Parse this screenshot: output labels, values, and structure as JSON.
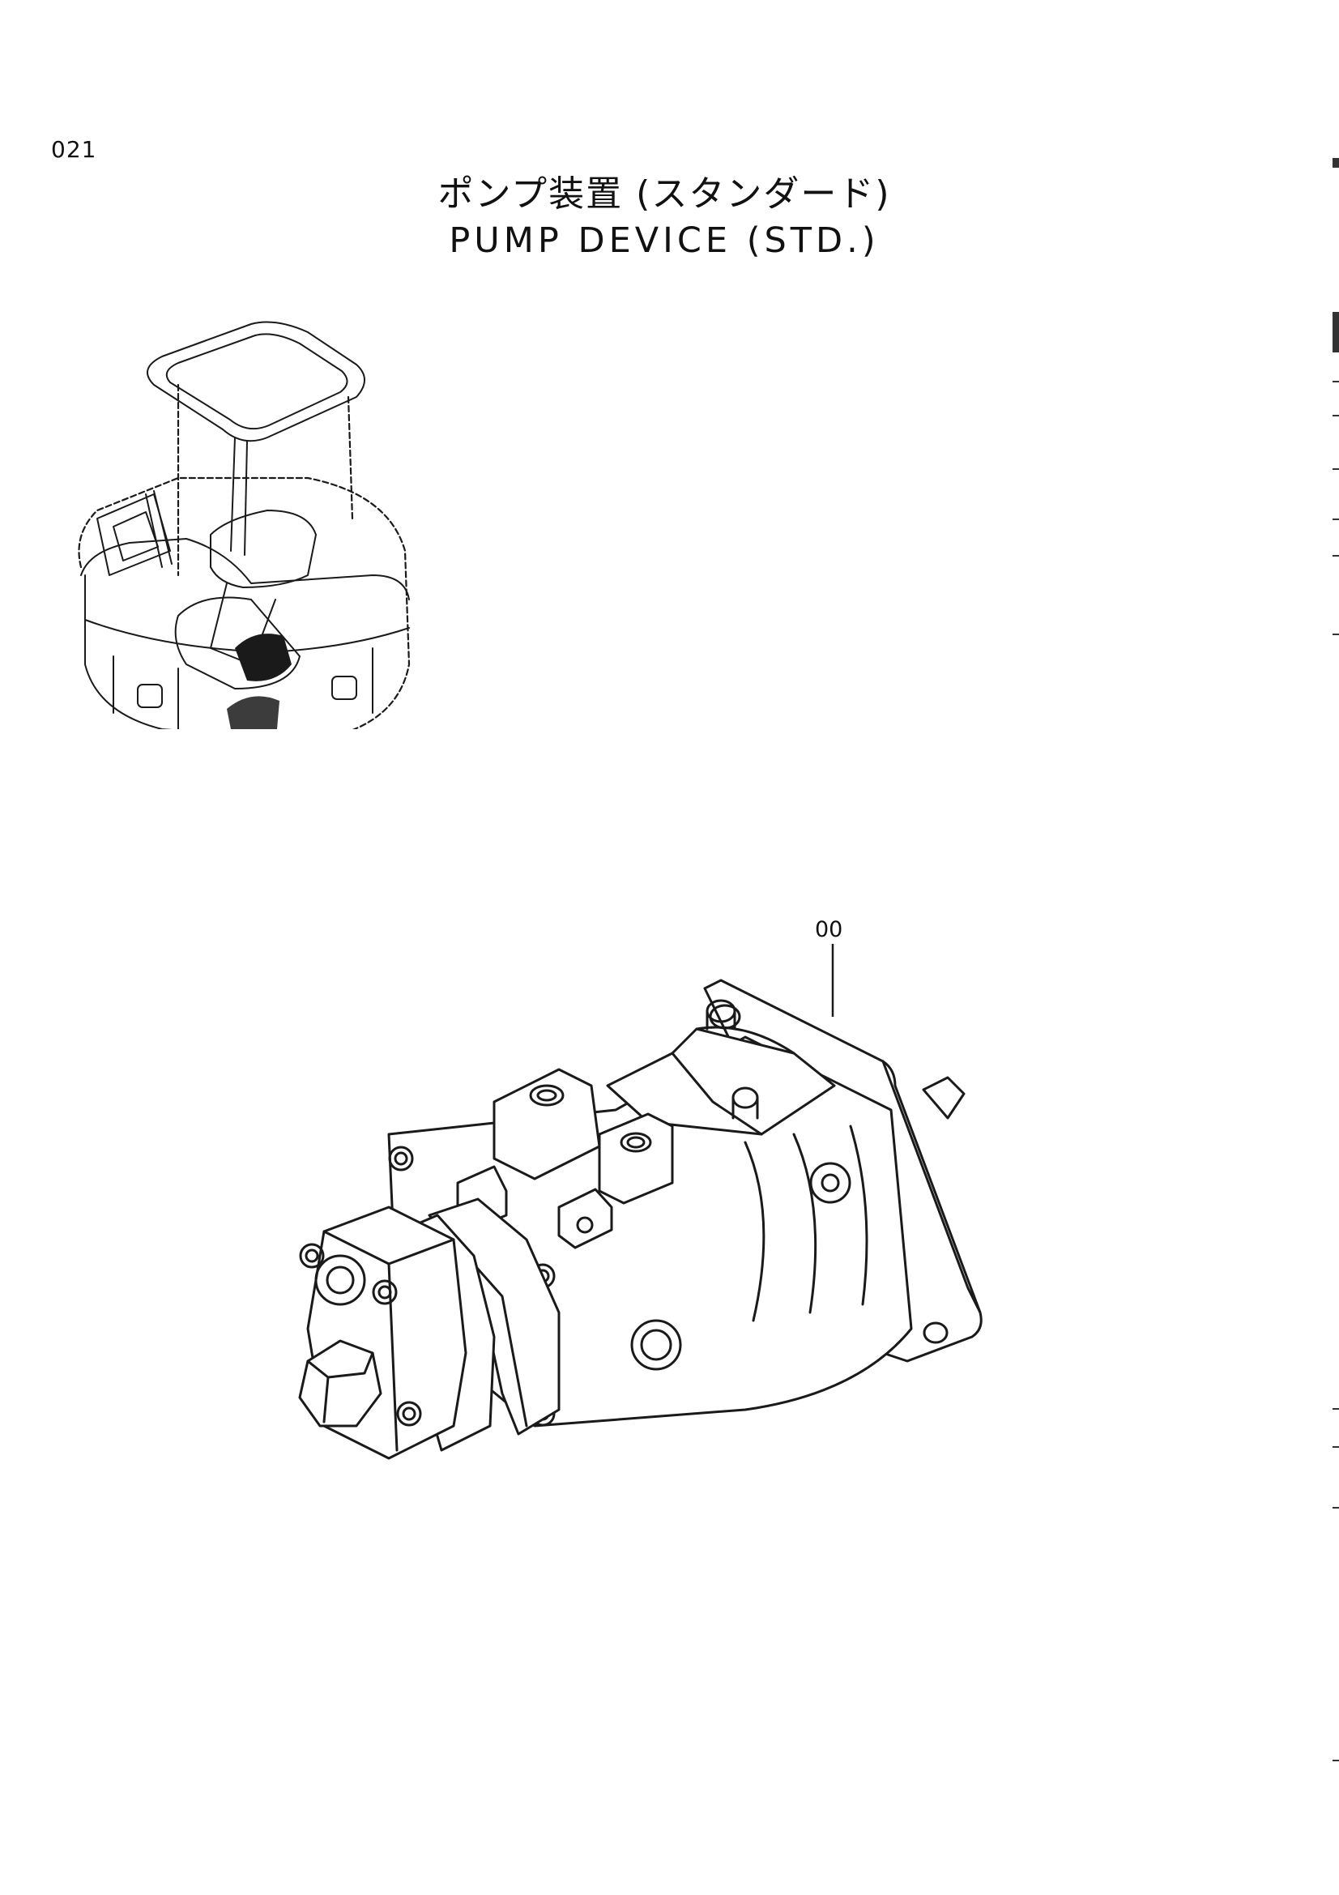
{
  "page": {
    "number": "021"
  },
  "title": {
    "japanese": "ポンプ装置 (スタンダード)",
    "english": "PUMP DEVICE (STD.)"
  },
  "callouts": [
    {
      "label": "00"
    }
  ],
  "icons": [
    "machine-location-icon",
    "pump-assembly-illustration"
  ],
  "colors": {
    "ink": "#1a1a1a",
    "background": "#ffffff"
  }
}
